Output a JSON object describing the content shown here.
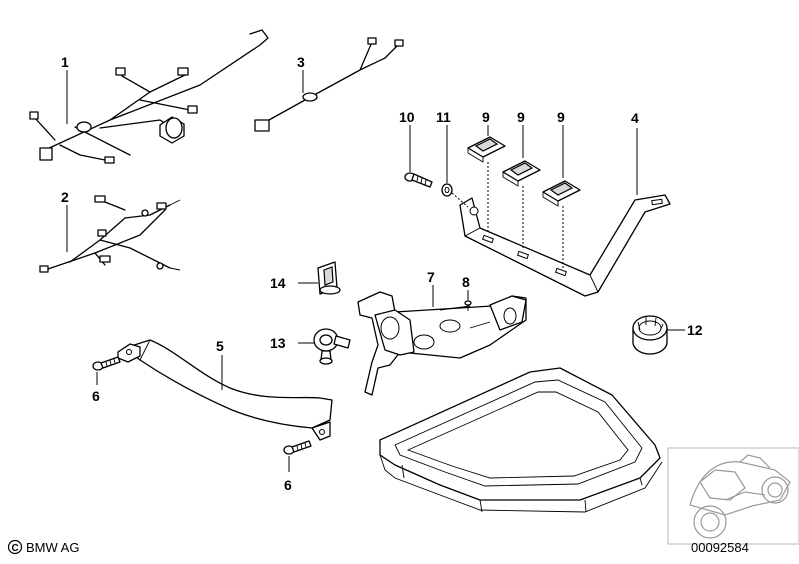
{
  "callouts": {
    "c1": "1",
    "c2": "2",
    "c3": "3",
    "c4": "4",
    "c5": "5",
    "c6a": "6",
    "c6b": "6",
    "c7": "7",
    "c8": "8",
    "c9a": "9",
    "c9b": "9",
    "c9c": "9",
    "c10": "10",
    "c11": "11",
    "c12": "12",
    "c13": "13",
    "c14": "14"
  },
  "footer": {
    "copyright_symbol": "©",
    "brand": "BMW AG",
    "diagram_number": "00092584"
  },
  "icons": {
    "copyright": "copyright-circle-icon",
    "thumbnail": "motorcycle-icon"
  }
}
